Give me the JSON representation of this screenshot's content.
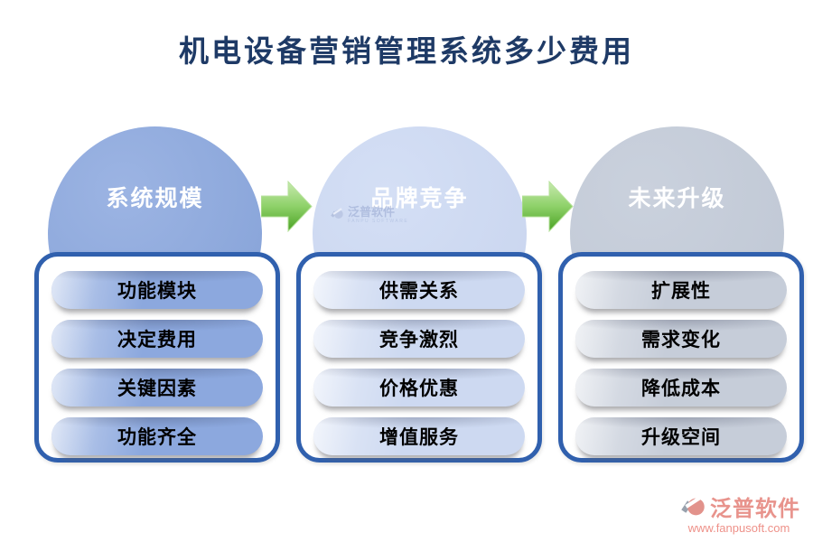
{
  "title": "机电设备营销管理系统多少费用",
  "columns": [
    {
      "circle_label": "系统规模",
      "items": [
        "功能模块",
        "决定费用",
        "关键因素",
        "功能齐全"
      ]
    },
    {
      "circle_label": "品牌竞争",
      "items": [
        "供需关系",
        "竞争激烈",
        "价格优惠",
        "增值服务"
      ]
    },
    {
      "circle_label": "未来升级",
      "items": [
        "扩展性",
        "需求变化",
        "降低成本",
        "升级空间"
      ]
    }
  ],
  "watermark": {
    "name": "泛普软件",
    "subtitle": "FANPU SOFTWARE"
  },
  "footer": {
    "brand": "泛普软件",
    "url": "www.fanpusoft.com"
  },
  "colors": {
    "title": "#1e3a66",
    "circle_1": "#8fa9dc",
    "circle_2": "#cdd9f1",
    "circle_3": "#c3cbd8",
    "pill_1": "#8ca8de",
    "pill_2": "#cdd9f1",
    "pill_3": "#c6cdd9",
    "card_border": "#3060ae",
    "arrow_green": "#6cbf44",
    "brand_salmon": "#e8938c"
  }
}
